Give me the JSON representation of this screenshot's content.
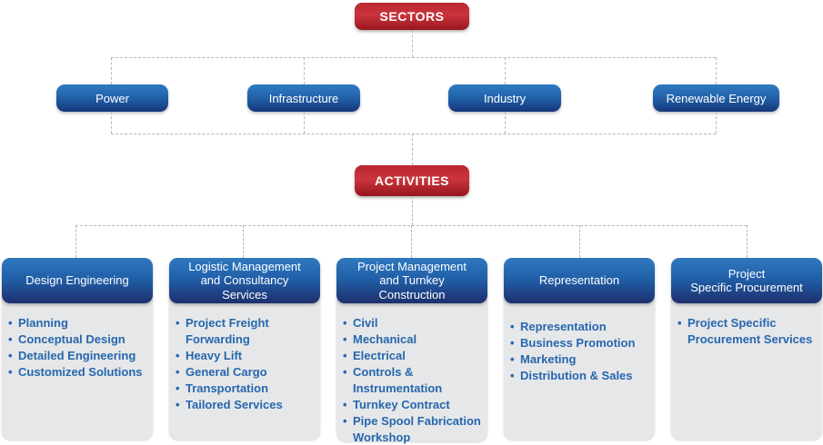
{
  "diagram": {
    "root": {
      "label": "SECTORS"
    },
    "sectors": {
      "items": [
        {
          "label": "Power"
        },
        {
          "label": "Infrastructure"
        },
        {
          "label": "Industry"
        },
        {
          "label": "Renewable Energy"
        }
      ]
    },
    "activities": {
      "label": "ACTIVITIES"
    },
    "columns": [
      {
        "title": "Design Engineering",
        "items": [
          "Planning",
          "Conceptual Design",
          "Detailed Engineering",
          "Customized Solutions"
        ]
      },
      {
        "title": "Logistic Management\nand Consultancy\nServices",
        "items": [
          "Project Freight\nForwarding",
          "Heavy Lift",
          "General Cargo",
          "Transportation",
          "Tailored Services"
        ]
      },
      {
        "title": "Project Management\nand Turnkey\nConstruction",
        "items": [
          "Civil",
          "Mechanical",
          "Electrical",
          "Controls &\nInstrumentation",
          "Turnkey Contract",
          "Pipe Spool Fabrication\nWorkshop"
        ]
      },
      {
        "title": "Representation",
        "items": [
          "Representation",
          "Business Promotion",
          "Marketing",
          "Distribution & Sales"
        ]
      },
      {
        "title": "Project\nSpecific Procurement",
        "items": [
          "Project Specific\nProcurement  Services"
        ]
      }
    ],
    "colors": {
      "red_node_top": "#b8262e",
      "red_node_bottom": "#96151d",
      "blue_node_top": "#2f7ac1",
      "blue_node_bottom": "#16377a",
      "column_body": "#e6e7e9",
      "bullet_text": "#2667ad",
      "connector": "#b7b7b7",
      "node_text": "#ffffff"
    }
  }
}
